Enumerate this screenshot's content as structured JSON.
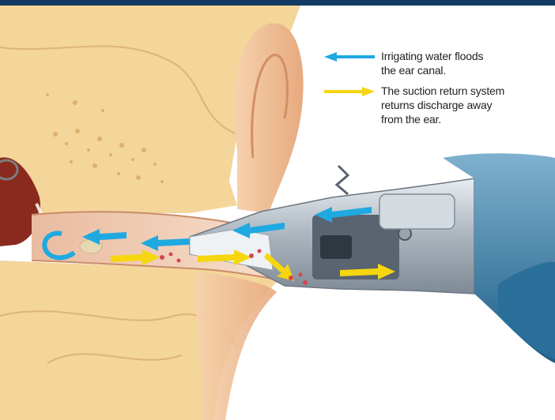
{
  "legend": {
    "irrigation": {
      "lines": [
        "Irrigating water floods",
        "the ear canal."
      ],
      "color": "#1fa9e1",
      "icon": "arrow-left-icon"
    },
    "suction": {
      "lines": [
        "The suction return system",
        "returns discharge away",
        "from the ear."
      ],
      "color": "#f5d60f",
      "icon": "arrow-right-icon"
    }
  },
  "colors": {
    "header_bar": "#123a63",
    "bone": "#f4d59a",
    "skin": "#f2c49b",
    "device_steel": "#b9c3cc",
    "grip_blue": "#2a6f99"
  }
}
